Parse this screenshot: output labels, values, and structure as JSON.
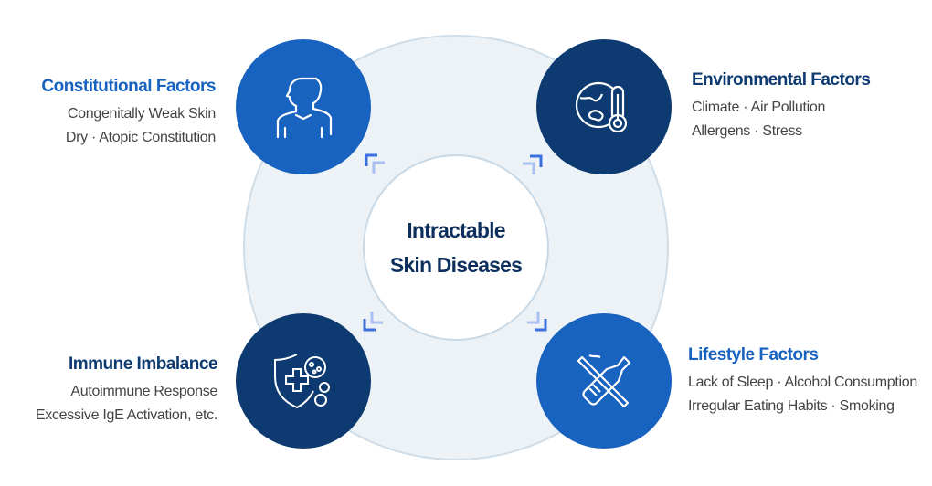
{
  "center": {
    "line1": "Intractable",
    "line2": "Skin Diseases"
  },
  "factors": [
    {
      "title": "Constitutional Factors",
      "lines": [
        "Congenitally Weak Skin",
        "Dry · Atopic Constitution"
      ],
      "icon": "person-icon",
      "color": "#1862c0"
    },
    {
      "title": "Environmental Factors",
      "lines": [
        "Climate · Air Pollution",
        "Allergens · Stress"
      ],
      "icon": "globe-thermometer-icon",
      "color": "#0d3a70"
    },
    {
      "title": "Immune Imbalance",
      "lines": [
        "Autoimmune Response",
        "Excessive IgE Activation, etc."
      ],
      "icon": "shield-virus-icon",
      "color": "#0d3a70"
    },
    {
      "title": "Lifestyle Factors",
      "lines": [
        "Lack of Sleep · Alcohol Consumption",
        "Irregular Eating Habits · Smoking"
      ],
      "icon": "no-cigarette-alcohol-icon",
      "color": "#1862c0"
    }
  ]
}
